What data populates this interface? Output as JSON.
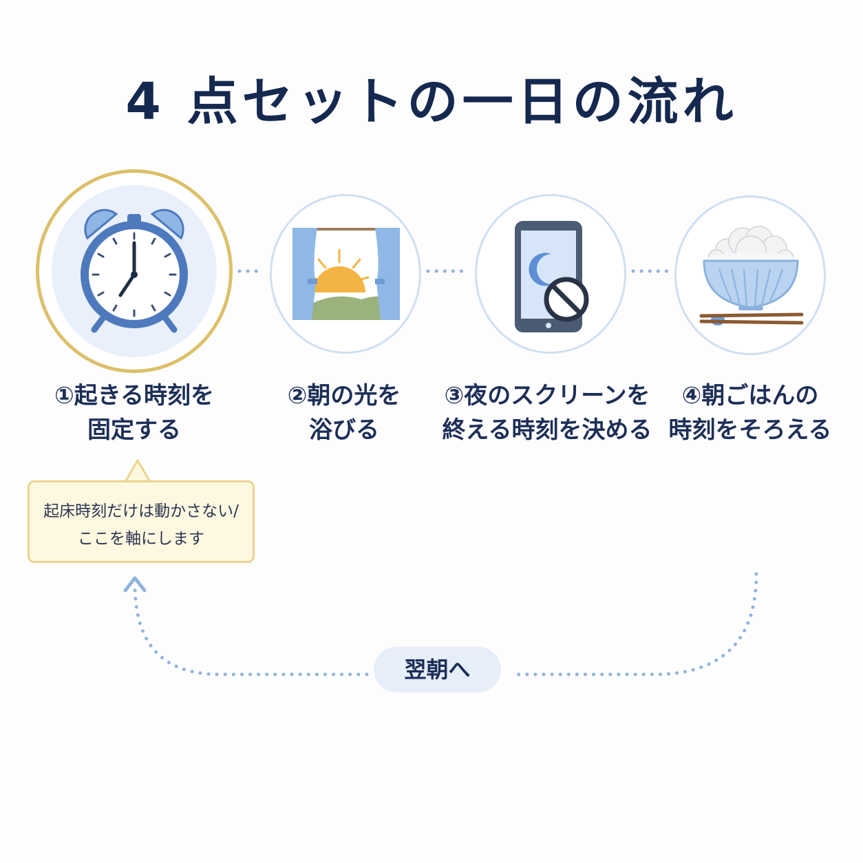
{
  "title": "4 点セットの一日の流れ",
  "steps": [
    {
      "icon": "alarm-clock-icon",
      "line1": "①起きる時刻を",
      "line2": "固定する"
    },
    {
      "icon": "sunrise-window-icon",
      "line1": "②朝の光を",
      "line2": "浴びる"
    },
    {
      "icon": "phone-no-night-screen-icon",
      "line1": "③夜のスクリーンを",
      "line2": "終える時刻を決める"
    },
    {
      "icon": "rice-bowl-chopsticks-icon",
      "line1": "④朝ごはんの",
      "line2": "時刻をそろえる"
    }
  ],
  "callout": {
    "line1": "起床時刻だけは動かさない/",
    "line2": "ここを軸にします"
  },
  "loop_label": "翌朝へ",
  "colors": {
    "title": "#15284f",
    "accent_gold": "#dcc06a",
    "circle_border": "#cfdff1",
    "dots": "#8fb4de",
    "callout_bg": "#fff8e1",
    "pill_bg": "#e6eef9"
  }
}
